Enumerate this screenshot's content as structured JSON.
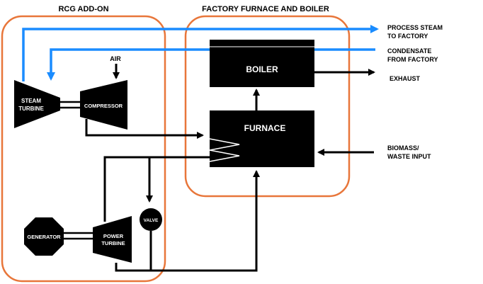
{
  "groups": {
    "rcg_title": "RCG ADD-ON",
    "factory_title": "FACTORY FURNACE AND BOILER"
  },
  "components": {
    "boiler": "BOILER",
    "furnace": "FURNACE",
    "steam_turbine_line1": "STEAM",
    "steam_turbine_line2": "TURBINE",
    "compressor": "COMPRESSOR",
    "generator": "GENERATOR",
    "power_turbine_line1": "POWER",
    "power_turbine_line2": "TURBINE",
    "valve": "VALVE"
  },
  "flows": {
    "air": "AIR",
    "process_steam_line1": "PROCESS STEAM",
    "process_steam_line2": "TO FACTORY",
    "condensate_line1": "CONDENSATE",
    "condensate_line2": "FROM FACTORY",
    "exhaust": "EXHAUST",
    "biomass_line1": "BIOMASS/",
    "biomass_line2": "WASTE INPUT"
  },
  "colors": {
    "group_border": "#e8763a",
    "steam_flow": "#1a8cff",
    "component_fill": "#000000"
  }
}
